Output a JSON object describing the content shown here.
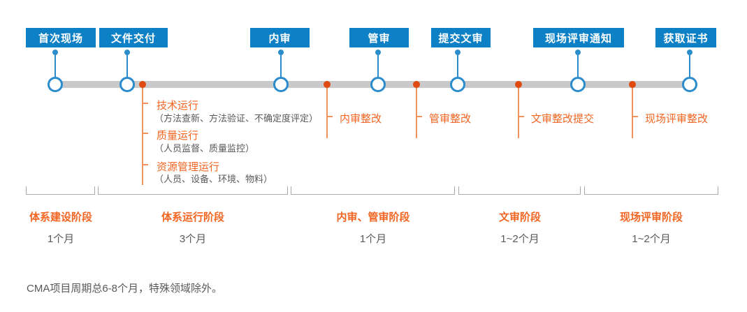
{
  "timeline": {
    "milestones": [
      {
        "label": "首次现场"
      },
      {
        "label": "文件交付"
      },
      {
        "label": "内审"
      },
      {
        "label": "管审"
      },
      {
        "label": "提交文审"
      },
      {
        "label": "现场评审通知"
      },
      {
        "label": "获取证书"
      }
    ],
    "operation_branch": {
      "items": [
        {
          "title": "技术运行",
          "detail": "（方法查新、方法验证、不确定度评定）"
        },
        {
          "title": "质量运行",
          "detail": "（人员监督、质量监控）"
        },
        {
          "title": "资源管理运行",
          "detail": "（人员、设备、环境、物料）"
        }
      ]
    },
    "rectifications": [
      {
        "label": "内审整改"
      },
      {
        "label": "管审整改"
      },
      {
        "label": "文审整改提交"
      },
      {
        "label": "现场评审整改"
      }
    ]
  },
  "phases": [
    {
      "name": "体系建设阶段",
      "duration": "1个月"
    },
    {
      "name": "体系运行阶段",
      "duration": "3个月"
    },
    {
      "name": "内审、管审阶段",
      "duration": "1个月"
    },
    {
      "name": "文审阶段",
      "duration": "1~2个月"
    },
    {
      "name": "现场评审阶段",
      "duration": "1~2个月"
    }
  ],
  "footnote": "CMA项目周期总6-8个月，特殊领域除外。",
  "colors": {
    "primary_blue": "#0d80c6",
    "circle_blue": "#2b8ccc",
    "accent_orange": "#f26522",
    "dot_orange": "#e14a0e",
    "line_orange": "#f0915e",
    "bar_gray": "#c9c9c9",
    "text_gray": "#595959",
    "bracket_gray": "#a9a9a9"
  }
}
